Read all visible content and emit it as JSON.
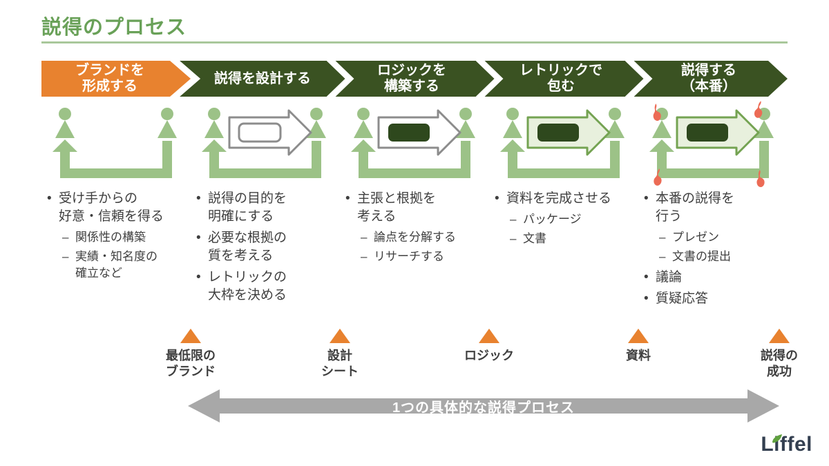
{
  "title": "説得のプロセス",
  "glyphs": {
    "bullet": "•",
    "dash": "–"
  },
  "stages": [
    {
      "label": "ブランドを\n形成する",
      "icon": "two-people-bracket-icon",
      "bullets": [
        {
          "level": 1,
          "text": "受け手からの\n好意・信頼を得る"
        },
        {
          "level": 2,
          "text": "関係性の構築"
        },
        {
          "level": 2,
          "text": "実績・知名度の\n確立など"
        }
      ],
      "marker": "最低限の\nブランド"
    },
    {
      "label": "説得を設計する",
      "icon": "two-people-bracket-empty-arrow-icon",
      "bullets": [
        {
          "level": 1,
          "text": "説得の目的を\n明確にする"
        },
        {
          "level": 1,
          "text": "必要な根拠の\n質を考える"
        },
        {
          "level": 1,
          "text": "レトリックの\n大枠を決める"
        }
      ],
      "marker": "設計\nシート"
    },
    {
      "label": "ロジックを\n構築する",
      "icon": "two-people-bracket-filled-arrow-icon",
      "bullets": [
        {
          "level": 1,
          "text": "主張と根拠を\n考える"
        },
        {
          "level": 2,
          "text": "論点を分解する"
        },
        {
          "level": 2,
          "text": "リサーチする"
        }
      ],
      "marker": "ロジック"
    },
    {
      "label": "レトリックで\n包む",
      "icon": "two-people-bracket-green-arrow-icon",
      "bullets": [
        {
          "level": 1,
          "text": "資料を完成させる"
        },
        {
          "level": 2,
          "text": "パッケージ"
        },
        {
          "level": 2,
          "text": "文書"
        }
      ],
      "marker": "資料"
    },
    {
      "label": "説得する\n（本番）",
      "icon": "two-people-bracket-green-arrow-flames-icon",
      "bullets": [
        {
          "level": 1,
          "text": "本番の説得を\n行う"
        },
        {
          "level": 2,
          "text": "プレゼン"
        },
        {
          "level": 2,
          "text": "文書の提出"
        },
        {
          "level": 1,
          "text": "議論"
        },
        {
          "level": 1,
          "text": "質疑応答"
        }
      ],
      "marker": "説得の\n成功"
    }
  ],
  "bottom_arrow": {
    "label": "1つの具体的な説得プロセス"
  },
  "logo": {
    "text": "Liffel",
    "l": "L",
    "i": "i",
    "rest": "ffel"
  },
  "colors": {
    "orange": "#E8822F",
    "dark_green": "#3A5222",
    "title_green": "#69A158",
    "rule_green": "#A9C89B",
    "icon_green": "#9CC287",
    "pale_green": "#E8F0DD",
    "outline_green": "#74A352",
    "dark_fill": "#2E481D",
    "arrow_outline_gray": "#8C8C8C",
    "band_gray": "#A8A8A8",
    "text_dark": "#3F3F3F",
    "flame_red": "#EC6B55",
    "logo_navy": "#333F50",
    "leaf_green": "#5FA13E"
  }
}
